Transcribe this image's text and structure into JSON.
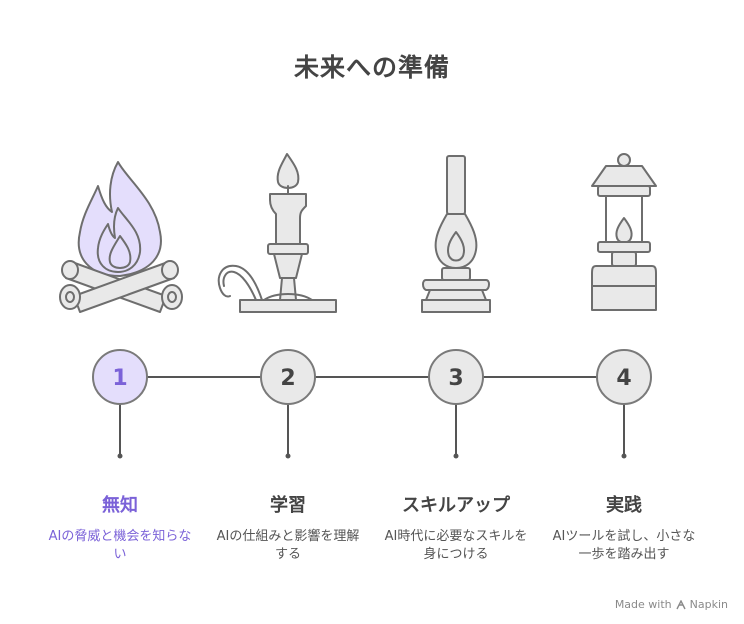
{
  "title": "未来への準備",
  "colors": {
    "accent": "#7b62d8",
    "accent_fill": "#e4defc",
    "stroke": "#6e6e6e",
    "fill": "#e9e9e9",
    "text": "#444444"
  },
  "steps": [
    {
      "number": "1",
      "title": "無知",
      "description": "AIの脅威と機会を知らない",
      "icon": "campfire-icon",
      "highlighted": true
    },
    {
      "number": "2",
      "title": "学習",
      "description": "AIの仕組みと影響を理解する",
      "icon": "candle-icon",
      "highlighted": false
    },
    {
      "number": "3",
      "title": "スキルアップ",
      "description": "AI時代に必要なスキルを身につける",
      "icon": "oil-lamp-icon",
      "highlighted": false
    },
    {
      "number": "4",
      "title": "実践",
      "description": "AIツールを試し、小さな一歩を踏み出す",
      "icon": "lantern-icon",
      "highlighted": false
    }
  ],
  "footer": {
    "label": "Made with",
    "brand": "Napkin"
  }
}
